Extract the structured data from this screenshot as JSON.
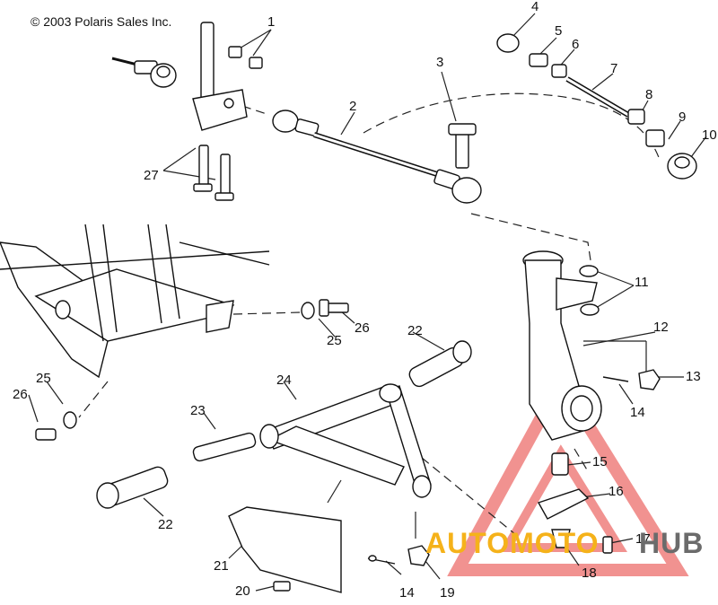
{
  "copyright": "© 2003 Polaris Sales Inc.",
  "watermark": {
    "part1": "AUTOMOTO",
    "part2": "HUB",
    "color1": "#f5b21a",
    "color2": "#6b6b6b",
    "triangle_color": "#e53935"
  },
  "callouts": [
    "1",
    "2",
    "3",
    "4",
    "5",
    "6",
    "7",
    "8",
    "9",
    "10",
    "11",
    "12",
    "13",
    "14",
    "14",
    "15",
    "16",
    "17",
    "18",
    "19",
    "20",
    "21",
    "22",
    "22",
    "23",
    "24",
    "25",
    "25",
    "26",
    "26",
    "27"
  ]
}
